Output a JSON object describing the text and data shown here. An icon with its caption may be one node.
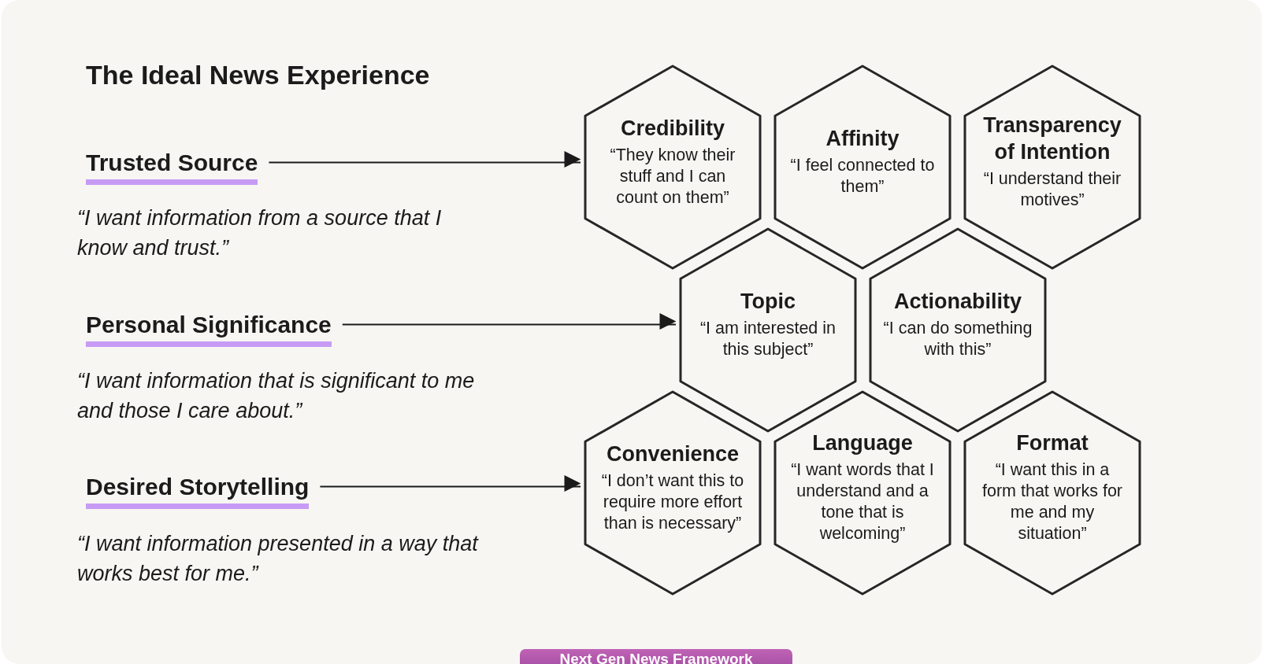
{
  "diagram": {
    "title": "The Ideal News Experience",
    "nodes": [
      {
        "text": [
          "Trusted Source"
        ],
        "beside": [
          "“I want information from a source that I know and trust.”"
        ]
      },
      {
        "text": [
          "Credibility",
          "“They know their stuff and I can count on them”"
        ]
      },
      {
        "text": [
          "Affinity",
          "“I feel connected to them”"
        ]
      },
      {
        "text": [
          "Transparency of Intention",
          "“I understand their motives”"
        ]
      },
      {
        "text": [
          "Personal Significance"
        ],
        "beside": [
          "“I want information that is significant to me and those I care about.”"
        ]
      },
      {
        "text": [
          "Topic",
          "“I am interested in this subject”"
        ]
      },
      {
        "text": [
          "Actionability",
          "“I can do something with this”"
        ]
      },
      {
        "text": [
          "Desired Storytelling"
        ],
        "beside": [
          "“I want information presented in a way that works best for me.”"
        ]
      },
      {
        "text": [
          "Convenience",
          "“I don’t want this to require more effort than is necessary”"
        ]
      },
      {
        "text": [
          "Language",
          "“I want words that I understand and a tone that is welcoming”"
        ]
      },
      {
        "text": [
          "Format",
          "“I want this in a form that works for me and my situation”"
        ]
      }
    ],
    "edges": [
      {
        "from": 0,
        "to": 1,
        "arrow": "to"
      },
      {
        "from": 4,
        "to": 5,
        "arrow": "to"
      },
      {
        "from": 7,
        "to": 8,
        "arrow": "to"
      }
    ],
    "labels": [
      "Next Gen News Framework"
    ]
  }
}
